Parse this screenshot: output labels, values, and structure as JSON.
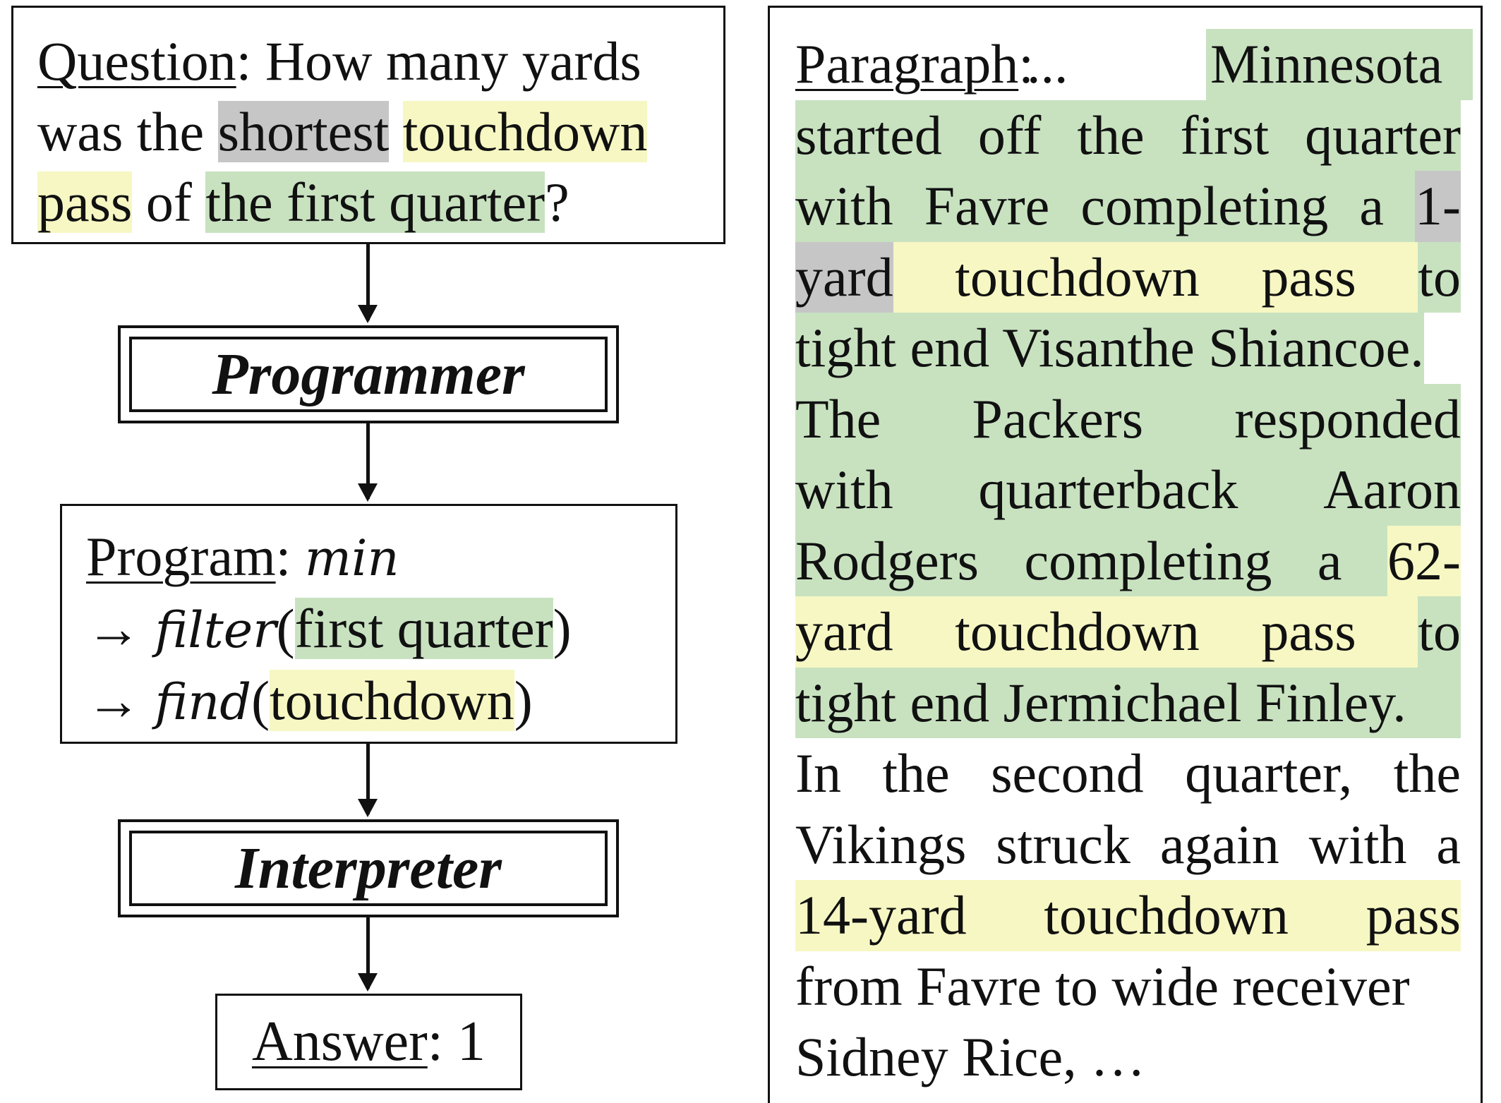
{
  "question": {
    "label": "Question",
    "colon": ":",
    "text_1": " How many yards",
    "text_2": "was the ",
    "superlative": "shortest",
    "space": " ",
    "event_a": "touchdown",
    "event_b": "pass",
    "text_3": " of ",
    "span": "the first quarter",
    "end": "?"
  },
  "programmer": {
    "label": "Programmer"
  },
  "program": {
    "label": "Program",
    "colon": ":",
    "op_min": "min",
    "arrow": "→",
    "op_filter": "filter",
    "filter_arg": "first quarter",
    "op_find": "find",
    "find_arg": "touchdown",
    "open": "(",
    "close": ")"
  },
  "interpreter": {
    "label": "Interpreter"
  },
  "answer": {
    "label": "Answer",
    "rest": ": 1"
  },
  "paragraph": {
    "label": "Paragraph",
    "colon": ":",
    "ellipsis": "...",
    "lines": [
      {
        "words": [
          "Minnesota"
        ]
      },
      {
        "words": [
          "started",
          "off",
          "the",
          "first",
          "quarter"
        ]
      },
      {
        "words": [
          "with",
          "Favre",
          "completing",
          "a",
          "1-"
        ]
      },
      {
        "words": [
          "yard",
          "touchdown",
          "pass",
          "to"
        ]
      },
      {
        "words": [
          "tight end Visanthe Shiancoe."
        ]
      },
      {
        "words": [
          "The",
          "Packers",
          "responded"
        ]
      },
      {
        "words": [
          "with",
          "quarterback",
          "Aaron"
        ]
      },
      {
        "words": [
          "Rodgers",
          "completing",
          "a",
          "62-"
        ]
      },
      {
        "words": [
          "yard",
          "touchdown",
          "pass",
          "to"
        ]
      },
      {
        "words": [
          "tight end Jermichael Finley."
        ]
      },
      {
        "words": [
          "In",
          "the",
          "second",
          "quarter,",
          "the"
        ]
      },
      {
        "words": [
          "Vikings",
          "struck",
          "again",
          "with",
          "a"
        ]
      },
      {
        "words": [
          "14-yard",
          "touchdown",
          "pass"
        ]
      },
      {
        "words": [
          "from Favre to wide receiver"
        ]
      },
      {
        "words": [
          "Sidney Rice, …"
        ]
      }
    ]
  },
  "colors": {
    "gray": "#c6c6c6",
    "yellow": "#f6f7c3",
    "green": "#c8e2c0"
  }
}
